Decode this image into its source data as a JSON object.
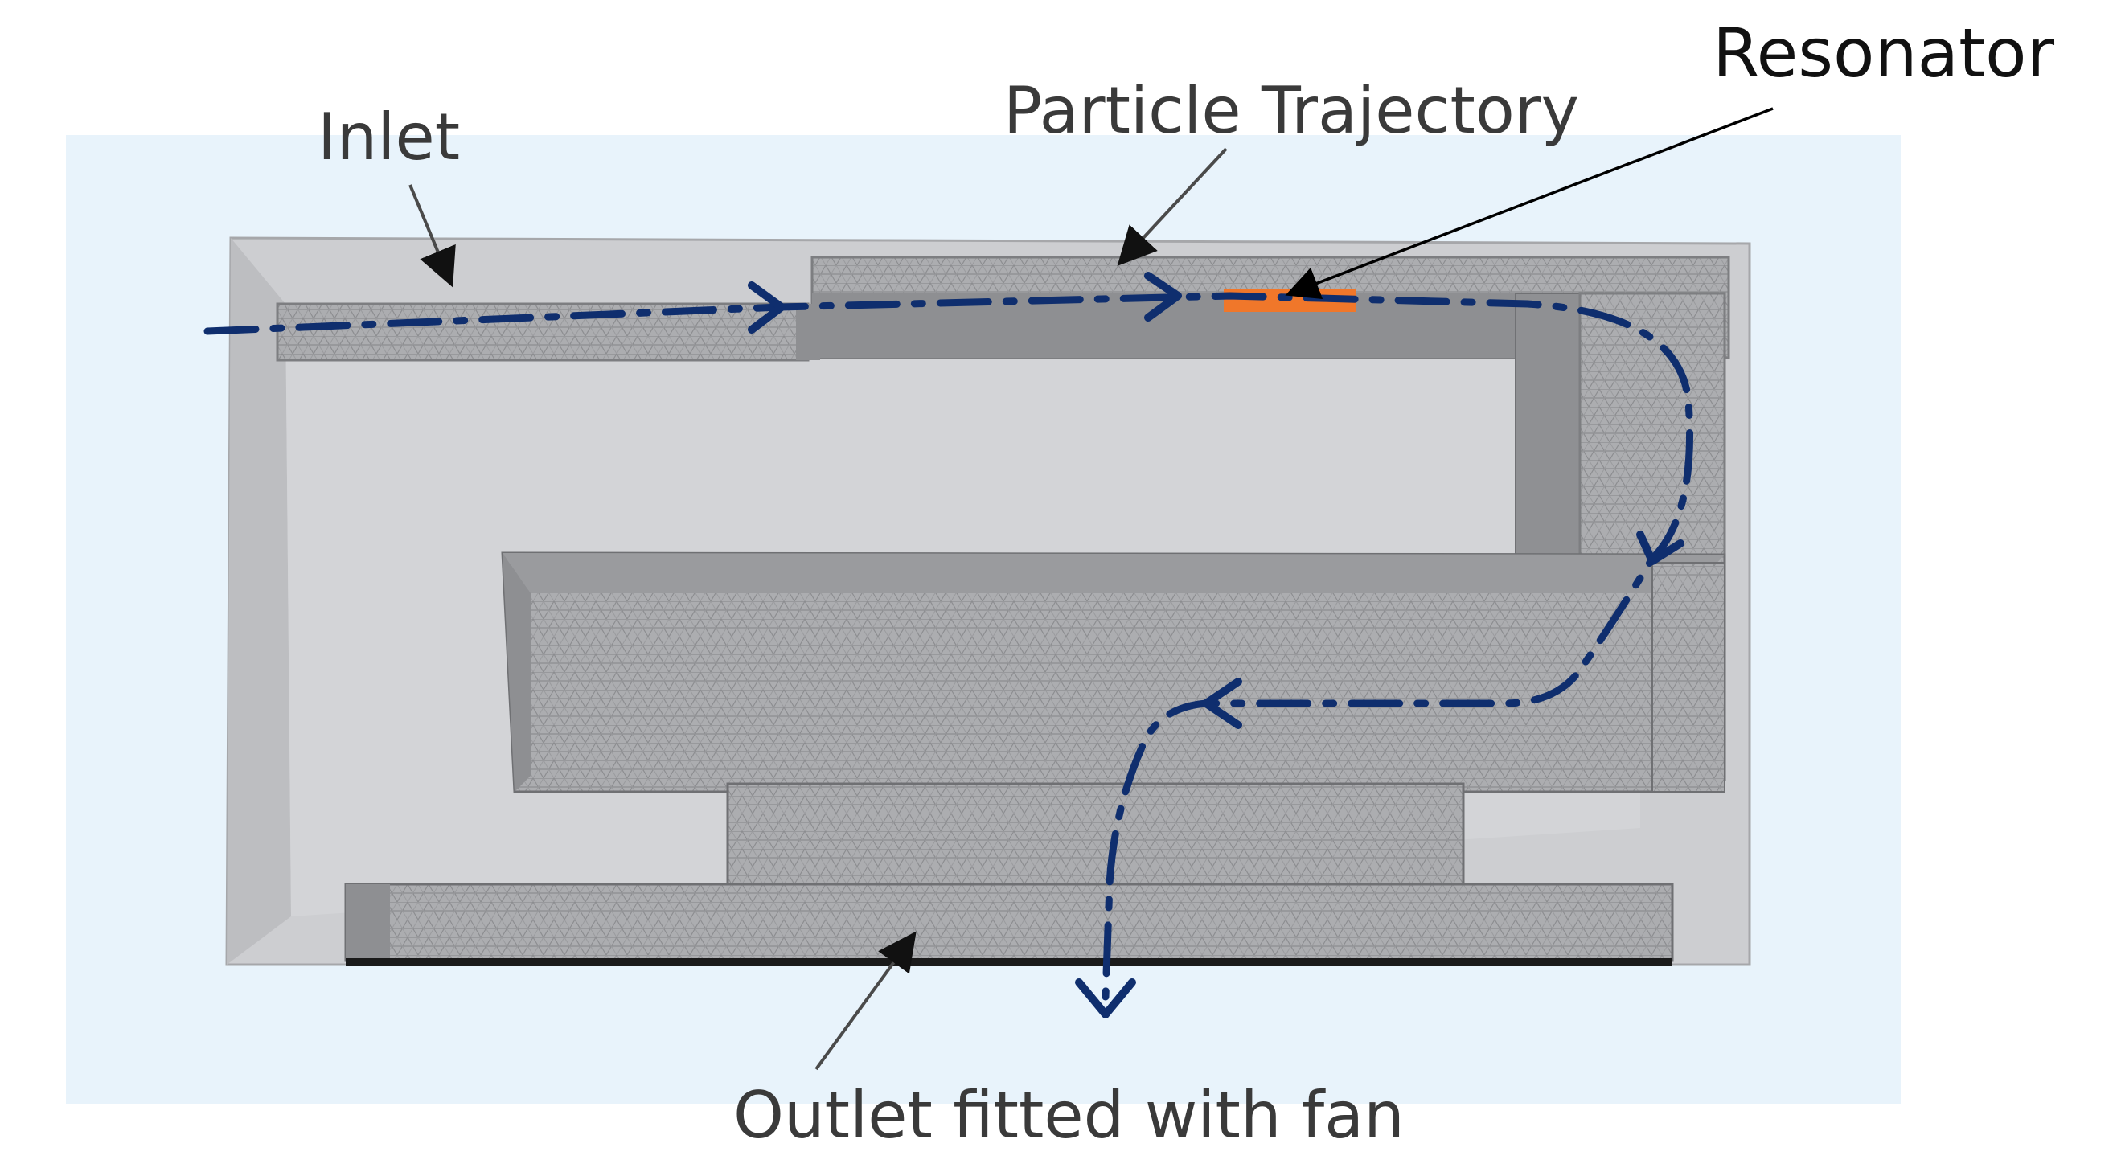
{
  "labels": {
    "inlet": "Inlet",
    "particle_trajectory": "Particle Trajectory",
    "resonator": "Resonator",
    "outlet": "Outlet fitted with fan"
  },
  "colors": {
    "background_panel": "#e8f3fb",
    "housing": "#c9cacd",
    "mesh_block": "#a9aaad",
    "trajectory": "#0f2e6e",
    "resonator": "#f0772a",
    "pointer_gray": "#4a4a4a",
    "pointer_black": "#000000"
  },
  "icons": {
    "trajectory_arrowhead": "arrowhead-icon",
    "pointer_arrowhead": "pointer-arrowhead-icon"
  }
}
